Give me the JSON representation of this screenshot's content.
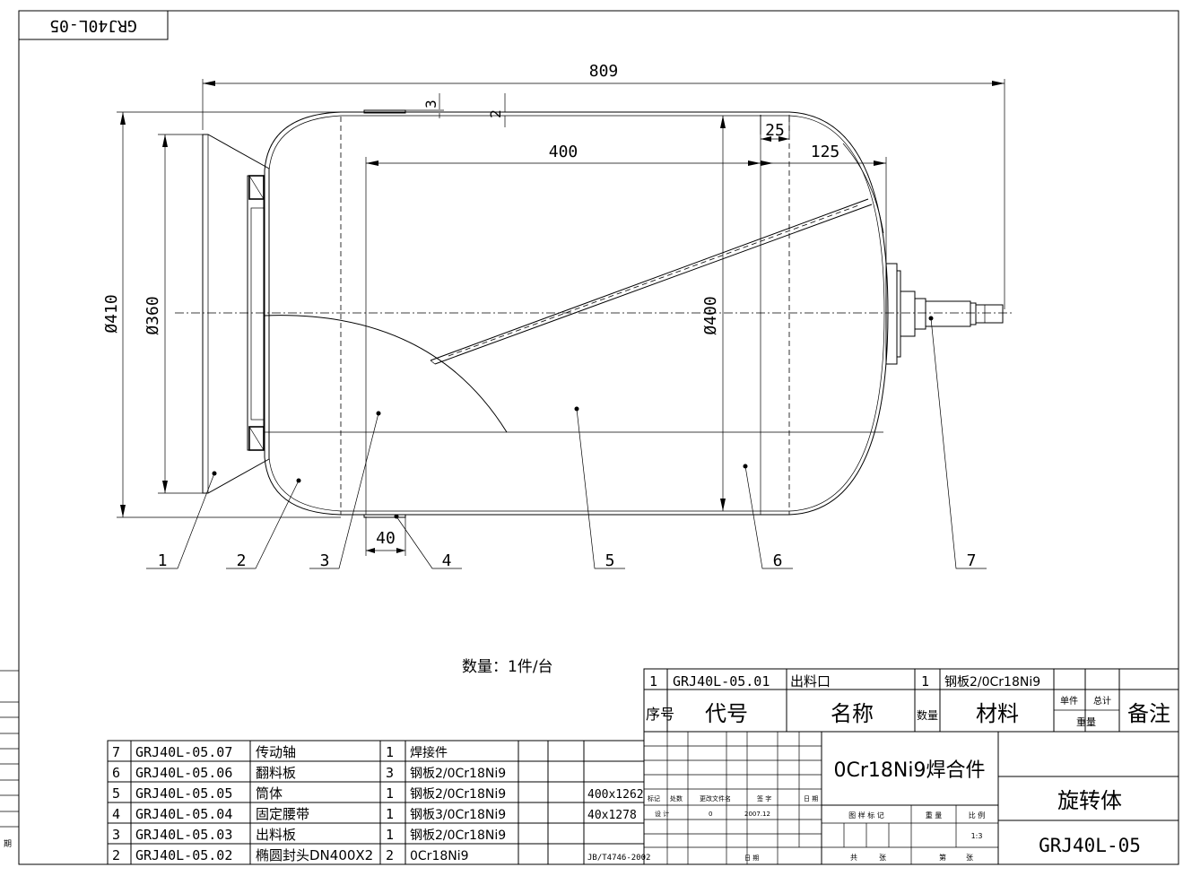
{
  "stamp": {
    "text": "GRJ40L-05"
  },
  "dimensions": {
    "overall_length": "809",
    "shell_length": "400",
    "dim_125": "125",
    "dim_25": "25",
    "dim_3": "3",
    "dim_2": "2",
    "band_width": "40",
    "dia_410": "Ø410",
    "dia_360": "Ø360",
    "dia_400": "Ø400"
  },
  "balloons": [
    "1",
    "2",
    "3",
    "4",
    "5",
    "6",
    "7"
  ],
  "note": "数量：1件/台",
  "bom_top": {
    "row": {
      "no": "1",
      "code": "GRJ40L-05.01",
      "name": "出料口",
      "qty": "1",
      "material": "钢板2/0Cr18Ni9"
    },
    "header": {
      "no": "序号",
      "code": "代号",
      "name": "名称",
      "qty": "数量",
      "material": "材料",
      "single": "单件",
      "total": "总计",
      "weight": "重量",
      "remark": "备注"
    }
  },
  "bom_left": [
    {
      "no": "7",
      "code": "GRJ40L-05.07",
      "name": "传动轴",
      "qty": "1",
      "material": "焊接件",
      "remark": ""
    },
    {
      "no": "6",
      "code": "GRJ40L-05.06",
      "name": "翻料板",
      "qty": "3",
      "material": "钢板2/0Cr18Ni9",
      "remark": ""
    },
    {
      "no": "5",
      "code": "GRJ40L-05.05",
      "name": "筒体",
      "qty": "1",
      "material": "钢板2/0Cr18Ni9",
      "remark": "400x1262"
    },
    {
      "no": "4",
      "code": "GRJ40L-05.04",
      "name": "固定腰带",
      "qty": "1",
      "material": "钢板3/0Cr18Ni9",
      "remark": "40x1278"
    },
    {
      "no": "3",
      "code": "GRJ40L-05.03",
      "name": "出料板",
      "qty": "1",
      "material": "钢板2/0Cr18Ni9",
      "remark": ""
    },
    {
      "no": "2",
      "code": "GRJ40L-05.02",
      "name": "椭圆封头DN400X2",
      "qty": "2",
      "material": "0Cr18Ni9",
      "remark": "JB/T4746-2002"
    }
  ],
  "title_block": {
    "material": "0Cr18Ni9焊合件",
    "part_name": "旋转体",
    "drawing_no": "GRJ40L-05",
    "scale": "1:3",
    "date": "2007.12",
    "rev_zero": "0",
    "labels": {
      "mark": "标记",
      "count": "处数",
      "doc": "更改文件名",
      "sign": "签 字",
      "date": "日 期",
      "design": "设 计",
      "date2": "日 期",
      "pattern": "图 样 标 记",
      "weight": "重 量",
      "ratio": "比 例",
      "total_sheets": "共",
      "sheet_unit": "张",
      "sheet_no": "第",
      "sheet_unit2": "张"
    }
  },
  "margin_label": "期"
}
